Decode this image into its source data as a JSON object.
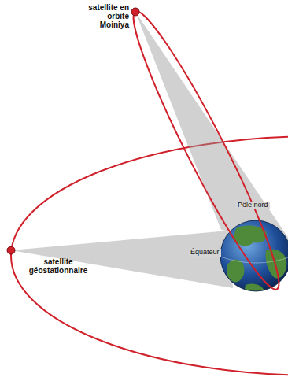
{
  "diagram": {
    "labels": [
      "satellite en orbite Moiniya",
      "satellite géostationnaire",
      "Pôle nord",
      "Équateur"
    ]
  }
}
